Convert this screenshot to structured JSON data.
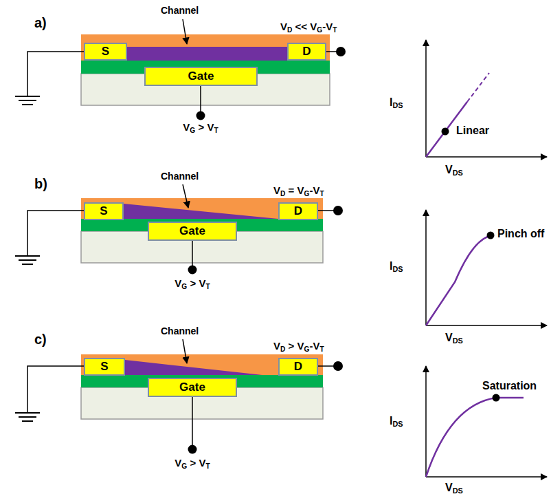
{
  "diagram": {
    "nodes": [
      {
        "text": [
          "S"
        ]
      },
      {
        "text": [
          "D"
        ]
      },
      {
        "text": [
          "Gate"
        ]
      },
      {
        "text": [
          "S"
        ]
      },
      {
        "text": [
          "D"
        ]
      },
      {
        "text": [
          "Gate"
        ]
      },
      {
        "text": [
          "S"
        ]
      },
      {
        "text": [
          "D"
        ]
      },
      {
        "text": [
          "Gate"
        ]
      }
    ],
    "labels": [
      "a)",
      "Channel",
      "VD << VG-VT",
      "VG > VT",
      "IDS",
      "VDS",
      "Linear",
      "b)",
      "Channel",
      "VD = VG-VT",
      "VG > VT",
      "IDS",
      "VDS",
      "Pinch off",
      "c)",
      "Channel",
      "VD > VG-VT",
      "VG > VT",
      "IDS",
      "VDS",
      "Saturation"
    ]
  }
}
